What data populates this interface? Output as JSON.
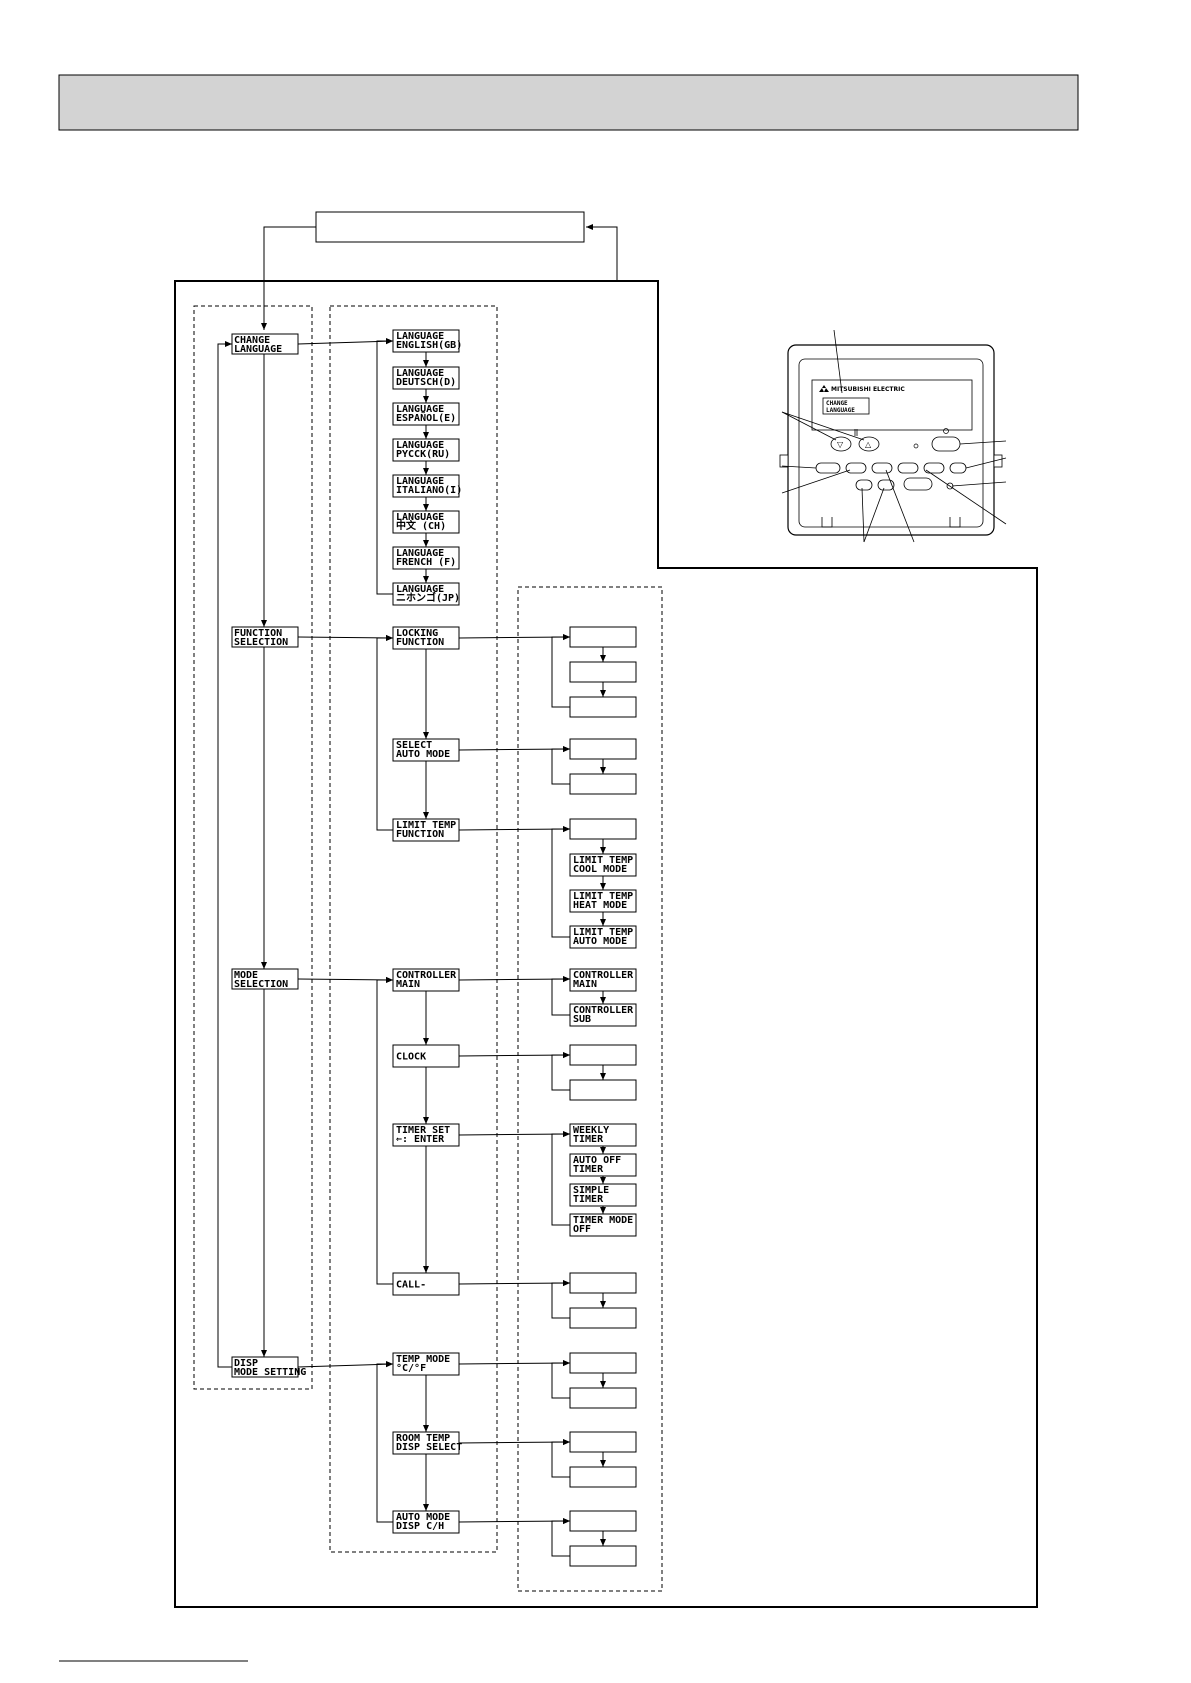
{
  "header": {
    "title": ""
  },
  "top_box": {
    "label": ""
  },
  "level1": [
    "CHANGE LANGUAGE",
    "FUNCTION SELECTION",
    "MODE SELECTION",
    "DISP MODE SETTING"
  ],
  "level2": [
    {
      "parent": 0,
      "lines": [
        "LANGUAGE",
        "ENGLISH(GB)"
      ]
    },
    {
      "parent": 0,
      "lines": [
        "LANGUAGE",
        "DEUTSCH(D)"
      ]
    },
    {
      "parent": 0,
      "lines": [
        "LANGUAGE",
        "ESPAÑOL(E)"
      ]
    },
    {
      "parent": 0,
      "lines": [
        "LANGUAGE",
        "PYCCK(RU)"
      ]
    },
    {
      "parent": 0,
      "lines": [
        "LANGUAGE",
        "ITALIANO(I)"
      ]
    },
    {
      "parent": 0,
      "lines": [
        "LANGUAGE",
        "中文    (CH)"
      ]
    },
    {
      "parent": 0,
      "lines": [
        "LANGUAGE",
        "FRENCH (F)"
      ]
    },
    {
      "parent": 0,
      "lines": [
        "LANGUAGE",
        "ニホンゴ(JP)"
      ]
    },
    {
      "parent": 1,
      "lines": [
        "LOCKING",
        "FUNCTION"
      ]
    },
    {
      "parent": 1,
      "lines": [
        "SELECT",
        "AUTO MODE"
      ]
    },
    {
      "parent": 1,
      "lines": [
        "LIMIT TEMP",
        "FUNCTION"
      ]
    },
    {
      "parent": 2,
      "lines": [
        "CONTROLLER",
        "MAIN"
      ]
    },
    {
      "parent": 2,
      "lines": [
        "CLOCK"
      ]
    },
    {
      "parent": 2,
      "lines": [
        "TIMER SET",
        "⇐: ENTER"
      ]
    },
    {
      "parent": 2,
      "lines": [
        "CALL-"
      ]
    },
    {
      "parent": 3,
      "lines": [
        "TEMP MODE",
        "°C/°F"
      ]
    },
    {
      "parent": 3,
      "lines": [
        "ROOM TEMP",
        "DISP SELECT"
      ]
    },
    {
      "parent": 3,
      "lines": [
        "AUTO MODE",
        "DISP C/H"
      ]
    }
  ],
  "level3_groups": [
    {
      "source": 8,
      "items": [
        [],
        [],
        []
      ]
    },
    {
      "source": 9,
      "items": [
        [],
        []
      ]
    },
    {
      "source": 10,
      "items": [
        [],
        [
          "LIMIT TEMP",
          "COOL MODE"
        ],
        [
          "LIMIT TEMP",
          "HEAT MODE"
        ],
        [
          "LIMIT TEMP",
          "AUTO MODE"
        ]
      ]
    },
    {
      "source": 11,
      "items": [
        [
          "CONTROLLER",
          "MAIN"
        ],
        [
          "CONTROLLER",
          "SUB"
        ]
      ]
    },
    {
      "source": 12,
      "items": [
        [],
        []
      ]
    },
    {
      "source": 13,
      "items": [
        [
          "WEEKLY",
          "TIMER"
        ],
        [
          "AUTO OFF",
          "TIMER"
        ],
        [
          "SIMPLE",
          "TIMER"
        ],
        [
          "TIMER MODE",
          "OFF"
        ]
      ]
    },
    {
      "source": 14,
      "items": [
        [],
        []
      ]
    },
    {
      "source": 15,
      "items": [
        [],
        []
      ]
    },
    {
      "source": 16,
      "items": [
        [],
        []
      ]
    },
    {
      "source": 17,
      "items": [
        [],
        []
      ]
    }
  ],
  "remote": {
    "brand": "MITSUBISHI ELECTRIC",
    "lcd_lines": [
      "CHANGE",
      "LANGUAGE"
    ],
    "icons": [
      "temperature-down-icon",
      "temperature-up-icon",
      "power-icon"
    ]
  }
}
